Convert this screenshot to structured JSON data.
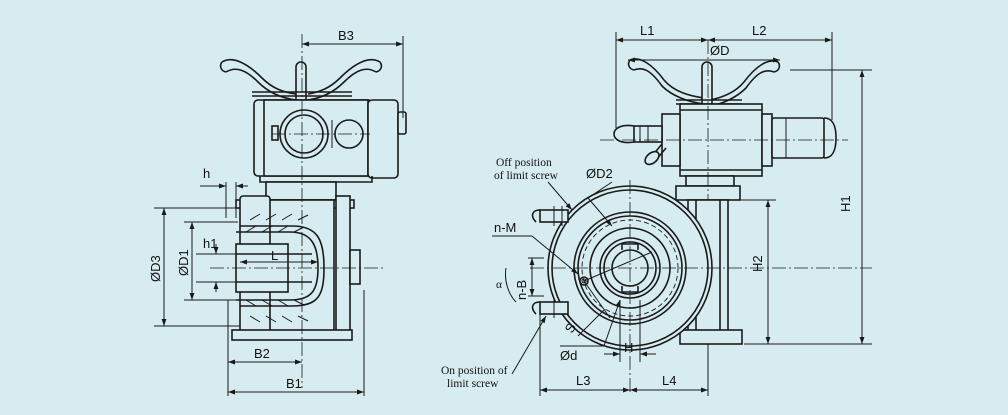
{
  "labels": {
    "B3": "B3",
    "h": "h",
    "h1": "h1",
    "OD3": "ØD3",
    "OD1": "ØD1",
    "L": "L",
    "B2": "B2",
    "B1": "B1",
    "L1": "L1",
    "L2": "L2",
    "OD": "ØD",
    "H1": "H1",
    "H2": "H2",
    "OD2": "ØD2",
    "nM": "n-M",
    "nB": "n-B",
    "alpha": "α",
    "Od": "Ød",
    "S": "S",
    "H": "H",
    "L3": "L3",
    "L4": "L4"
  },
  "notes": {
    "off_line1": "Off position",
    "off_line2": "of limit screw",
    "on_line1": "On position of",
    "on_line2": "limit screw"
  },
  "colors": {
    "background": "#d7ecf1",
    "line": "#1a1a1a"
  }
}
